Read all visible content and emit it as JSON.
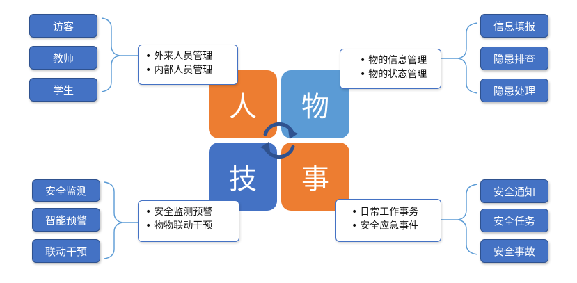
{
  "center": {
    "person": "人",
    "object": "物",
    "tech": "技",
    "event": "事"
  },
  "left_top": {
    "items": [
      "访客",
      "教师",
      "学生"
    ],
    "notes": [
      "外来人员管理",
      "内部人员管理"
    ]
  },
  "right_top": {
    "items": [
      "信息填报",
      "隐患排查",
      "隐患处理"
    ],
    "notes": [
      "物的信息管理",
      "物的状态管理"
    ]
  },
  "left_bottom": {
    "items": [
      "安全监测",
      "智能预警",
      "联动干预"
    ],
    "notes": [
      "安全监测预警",
      "物物联动干预"
    ]
  },
  "right_bottom": {
    "items": [
      "安全通知",
      "安全任务",
      "安全事故"
    ],
    "notes": [
      "日常工作事务",
      "安全应急事件"
    ]
  },
  "colors": {
    "orange": "#ed7d31",
    "light_blue": "#5b9bd5",
    "dark_blue": "#4472c4",
    "cycle_arrow": "#2f528f"
  }
}
